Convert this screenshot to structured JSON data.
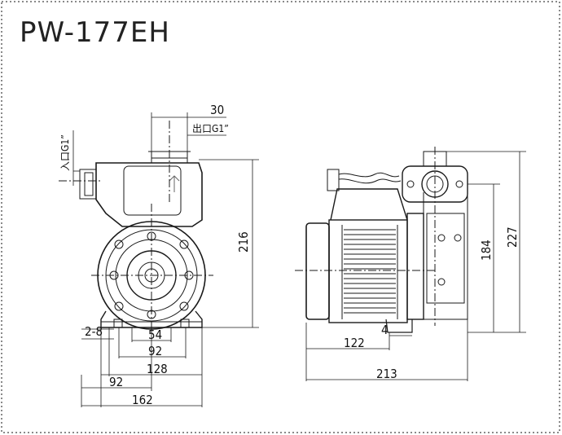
{
  "model": "PW-177EH",
  "dimensions": {
    "outlet_offset": "30",
    "outlet_label": "出口G1”",
    "inlet_label": "入口G1”",
    "front_height": "216",
    "hole": "2-8",
    "base_inner": "54",
    "base_mid": "92",
    "base_outer": "128",
    "bottom_left": "92",
    "front_width": "162",
    "side_height_upper": "184",
    "side_height_total": "227",
    "side_offset": "4",
    "side_depth": "122",
    "side_width": "213"
  },
  "colors": {
    "line": "#1a1a1a",
    "border": "#8a8a8a"
  }
}
